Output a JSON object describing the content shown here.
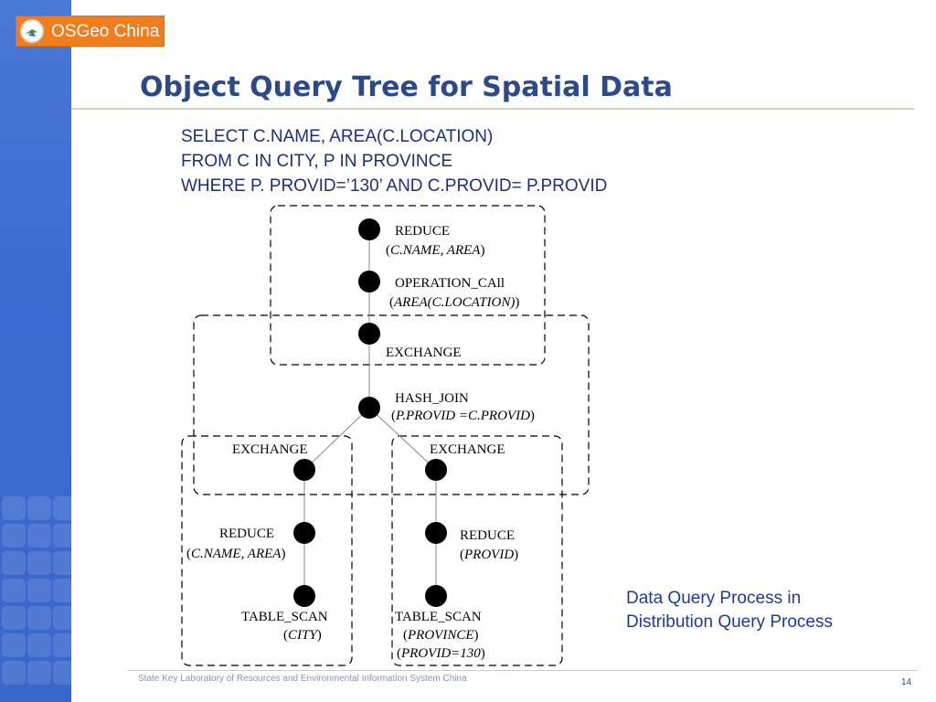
{
  "logo": {
    "text": "OSGeo China",
    "icon": "osgeo-logo-icon"
  },
  "title": "Object Query Tree for Spatial Data",
  "query": {
    "line1": "SELECT C.NAME, AREA(C.LOCATION)",
    "line2": "FROM C IN CITY, P IN PROVINCE",
    "line3": "WHERE P. PROVID=’130’ AND C.PROVID= P.PROVID"
  },
  "tree": {
    "reduce_top": {
      "label": "REDUCE",
      "arg": "C.NAME, AREA"
    },
    "operation_call": {
      "label": "OPERATION_CAll",
      "arg": "AREA(C.LOCATION)"
    },
    "exchange_top": {
      "label": "EXCHANGE"
    },
    "hash_join": {
      "label": "HASH_JOIN",
      "arg": "P.PROVID =C.PROVID"
    },
    "exchange_left": {
      "label": "EXCHANGE"
    },
    "exchange_right": {
      "label": "EXCHANGE"
    },
    "reduce_left": {
      "label": "REDUCE",
      "arg": "C.NAME, AREA"
    },
    "reduce_right": {
      "label": "REDUCE",
      "arg": "PROVID"
    },
    "scan_left": {
      "label": "TABLE_SCAN",
      "arg": "CITY"
    },
    "scan_right": {
      "label": "TABLE_SCAN",
      "arg": "PROVINCE",
      "arg2": "PROVID=130"
    }
  },
  "caption": {
    "line1": "Data Query Process in",
    "line2": "Distribution Query Process"
  },
  "footer": {
    "text": "State Key Laboratory of Resources and Environmental Information System China",
    "page": "14"
  }
}
